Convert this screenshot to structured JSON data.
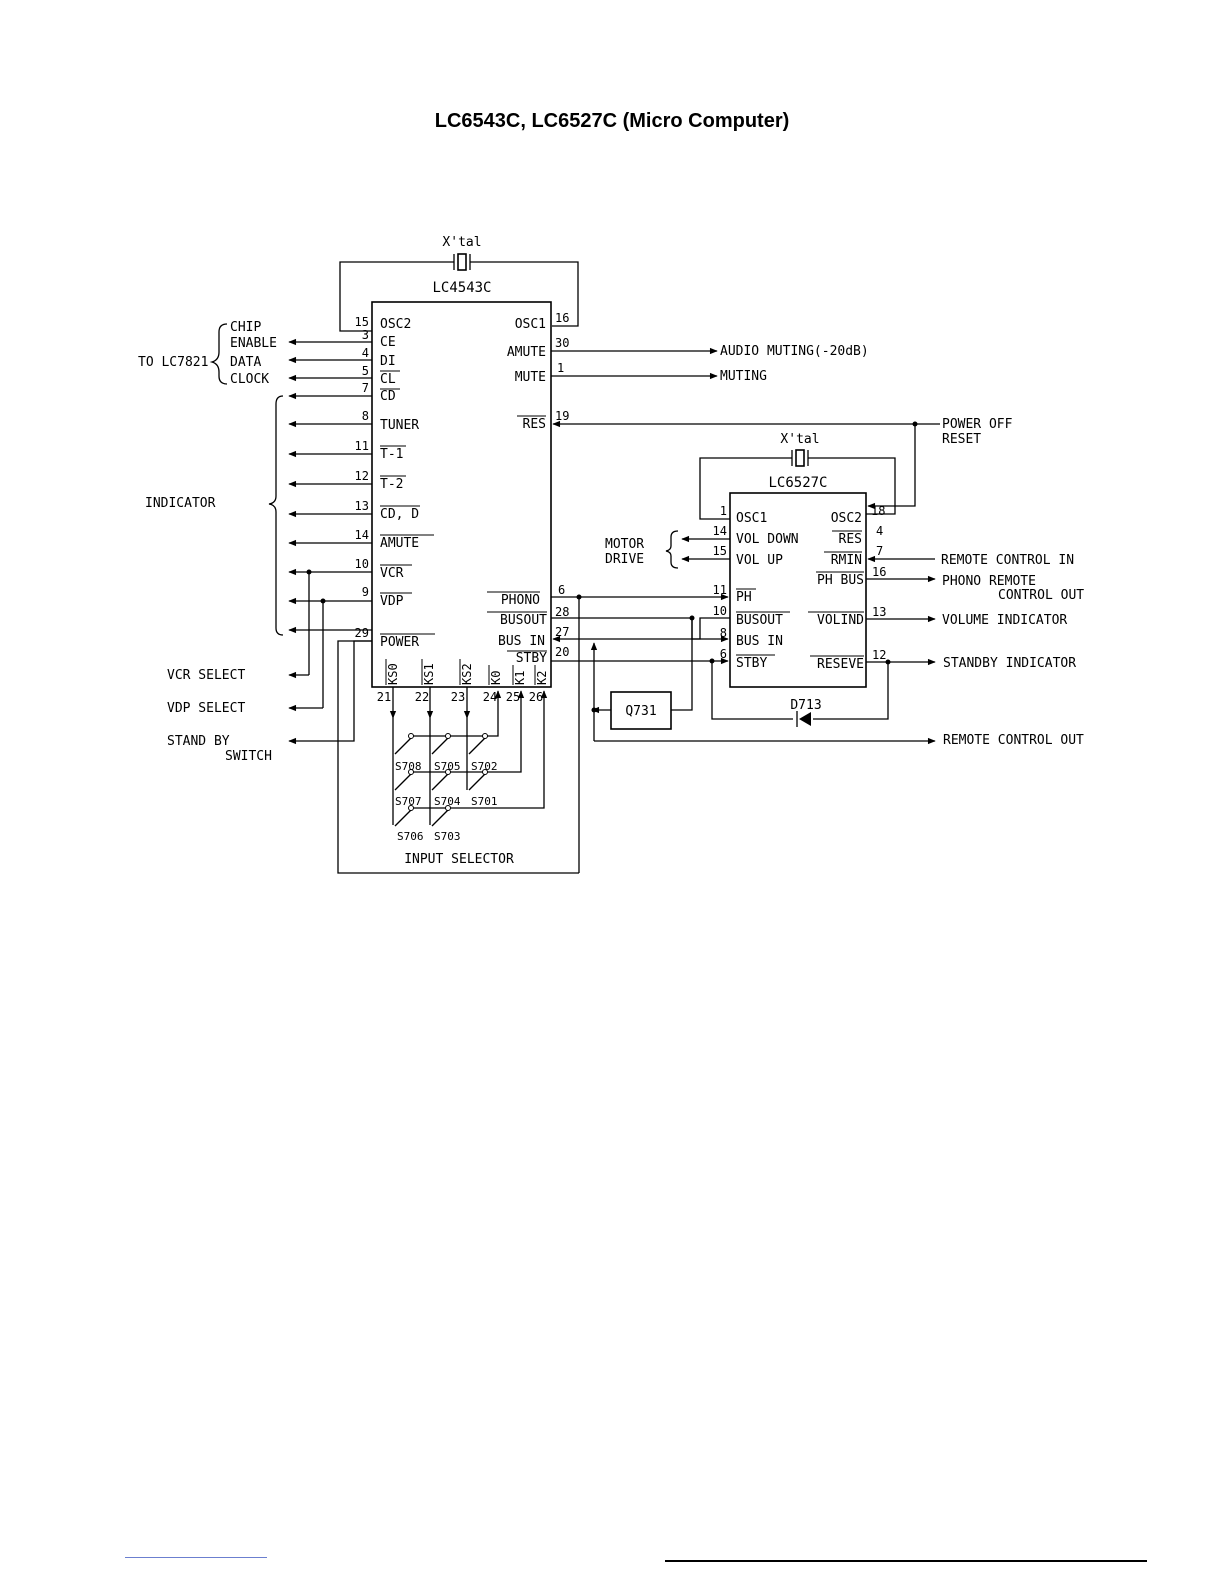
{
  "title": "LC6543C, LC6527C (Micro Computer)",
  "chips": {
    "lc4543c": {
      "name": "LC4543C",
      "crystal": "X'tal",
      "pins_left": [
        {
          "num": "15",
          "label": "OSC2"
        },
        {
          "num": "3",
          "label": "CE"
        },
        {
          "num": "4",
          "label": "DI"
        },
        {
          "num": "5",
          "label": "CL"
        },
        {
          "num": "7",
          "label": "CD"
        },
        {
          "num": "8",
          "label": "TUNER"
        },
        {
          "num": "11",
          "label": "T-1"
        },
        {
          "num": "12",
          "label": "T-2"
        },
        {
          "num": "13",
          "label": "CD, D"
        },
        {
          "num": "14",
          "label": "AMUTE"
        },
        {
          "num": "10",
          "label": "VCR"
        },
        {
          "num": "9",
          "label": "VDP"
        },
        {
          "num": "29",
          "label": "POWER"
        }
      ],
      "pins_right": [
        {
          "num": "16",
          "label": "OSC1"
        },
        {
          "num": "30",
          "label": "AMUTE"
        },
        {
          "num": "1",
          "label": "MUTE"
        },
        {
          "num": "19",
          "label": "RES"
        },
        {
          "num": "6",
          "label": "PHONO"
        },
        {
          "num": "28",
          "label": "BUSOUT"
        },
        {
          "num": "27",
          "label": "BUS IN"
        },
        {
          "num": "20",
          "label": "STBY"
        }
      ],
      "pins_bottom": [
        {
          "num": "21",
          "label": "KS0"
        },
        {
          "num": "22",
          "label": "KS1"
        },
        {
          "num": "23",
          "label": "KS2"
        },
        {
          "num": "24",
          "label": "K0"
        },
        {
          "num": "25",
          "label": "K1"
        },
        {
          "num": "26",
          "label": "K2"
        }
      ]
    },
    "lc6527c": {
      "name": "LC6527C",
      "crystal": "X'tal",
      "pins_left": [
        {
          "num": "1",
          "label": "OSC1"
        },
        {
          "num": "14",
          "label": "VOL DOWN"
        },
        {
          "num": "15",
          "label": "VOL UP"
        },
        {
          "num": "11",
          "label": "PH"
        },
        {
          "num": "10",
          "label": "BUSOUT"
        },
        {
          "num": "8",
          "label": "BUS IN"
        },
        {
          "num": "6",
          "label": "STBY"
        }
      ],
      "pins_right": [
        {
          "num": "18",
          "label": "OSC2"
        },
        {
          "num": "4",
          "label": "RES"
        },
        {
          "num": "7",
          "label": "RMIN"
        },
        {
          "num": "16",
          "label": "PH BUS"
        },
        {
          "num": "13",
          "label": "VOLIND"
        },
        {
          "num": "12",
          "label": "RESEVE"
        }
      ]
    }
  },
  "labels": {
    "to_lc7821": "TO LC7821",
    "chip": "CHIP",
    "enable": "ENABLE",
    "data": "DATA",
    "clock": "CLOCK",
    "indicator": "INDICATOR",
    "vcr_select": "VCR SELECT",
    "vdp_select": "VDP SELECT",
    "stand_by": "STAND BY",
    "switch": "SWITCH",
    "audio_muting": "AUDIO MUTING(-20dB)",
    "muting": "MUTING",
    "power_off": "POWER OFF",
    "reset": "RESET",
    "motor": "MOTOR",
    "drive": "DRIVE",
    "remote_control_in": "REMOTE CONTROL IN",
    "phono_remote": "PHONO REMOTE",
    "control_out": "CONTROL OUT",
    "volume_indicator": "VOLUME INDICATOR",
    "standby_indicator": "STANDBY INDICATOR",
    "remote_control_out": "REMOTE CONTROL OUT",
    "input_selector": "INPUT SELECTOR",
    "q731": "Q731",
    "d713": "D713"
  },
  "switches": [
    "S708",
    "S705",
    "S702",
    "S707",
    "S704",
    "S701",
    "S706",
    "S703"
  ]
}
